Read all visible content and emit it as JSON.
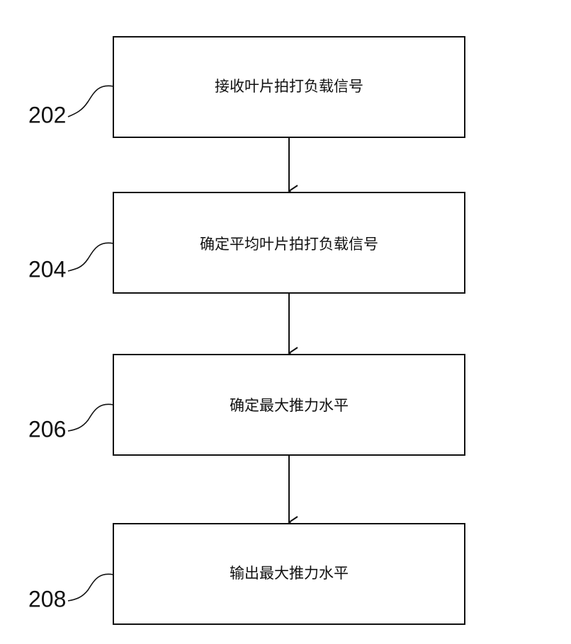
{
  "steps": [
    {
      "ref": "202",
      "label": "接收叶片拍打负载信号"
    },
    {
      "ref": "204",
      "label": "确定平均叶片拍打负载信号"
    },
    {
      "ref": "206",
      "label": "确定最大推力水平"
    },
    {
      "ref": "208",
      "label": "输出最大推力水平"
    }
  ]
}
